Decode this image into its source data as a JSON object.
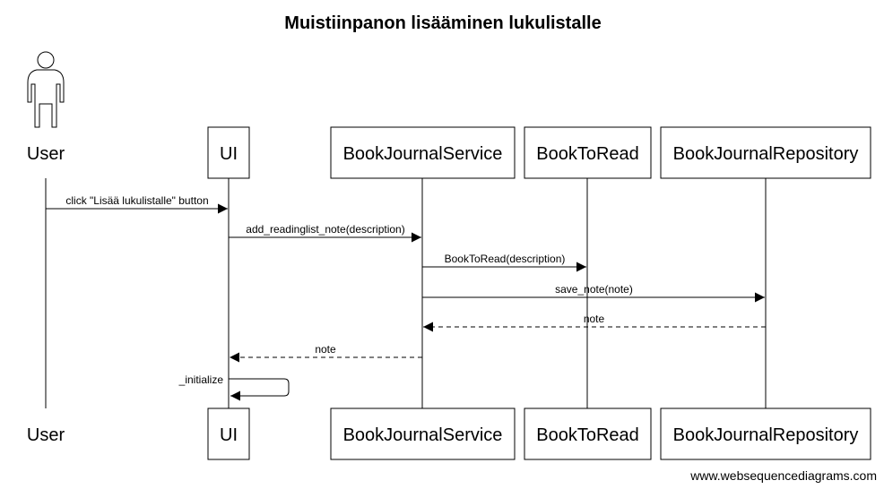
{
  "title": "Muistiinpanon lisääminen lukulistalle",
  "credit": "www.websequencediagrams.com",
  "participants": [
    {
      "id": "user",
      "label": "User",
      "kind": "actor"
    },
    {
      "id": "ui",
      "label": "UI",
      "kind": "box"
    },
    {
      "id": "service",
      "label": "BookJournalService",
      "kind": "box"
    },
    {
      "id": "book",
      "label": "BookToRead",
      "kind": "box"
    },
    {
      "id": "repo",
      "label": "BookJournalRepository",
      "kind": "box"
    }
  ],
  "messages": [
    {
      "from": "user",
      "to": "ui",
      "label": "click \"Lisää lukulistalle\" button",
      "style": "solid"
    },
    {
      "from": "ui",
      "to": "service",
      "label": "add_readinglist_note(description)",
      "style": "solid"
    },
    {
      "from": "service",
      "to": "book",
      "label": "BookToRead(description)",
      "style": "solid"
    },
    {
      "from": "service",
      "to": "repo",
      "label": "save_note(note)",
      "style": "solid"
    },
    {
      "from": "repo",
      "to": "service",
      "label": "note",
      "style": "dashed"
    },
    {
      "from": "service",
      "to": "ui",
      "label": "note",
      "style": "dashed"
    },
    {
      "from": "ui",
      "to": "ui",
      "label": "_initialize",
      "style": "self"
    }
  ]
}
